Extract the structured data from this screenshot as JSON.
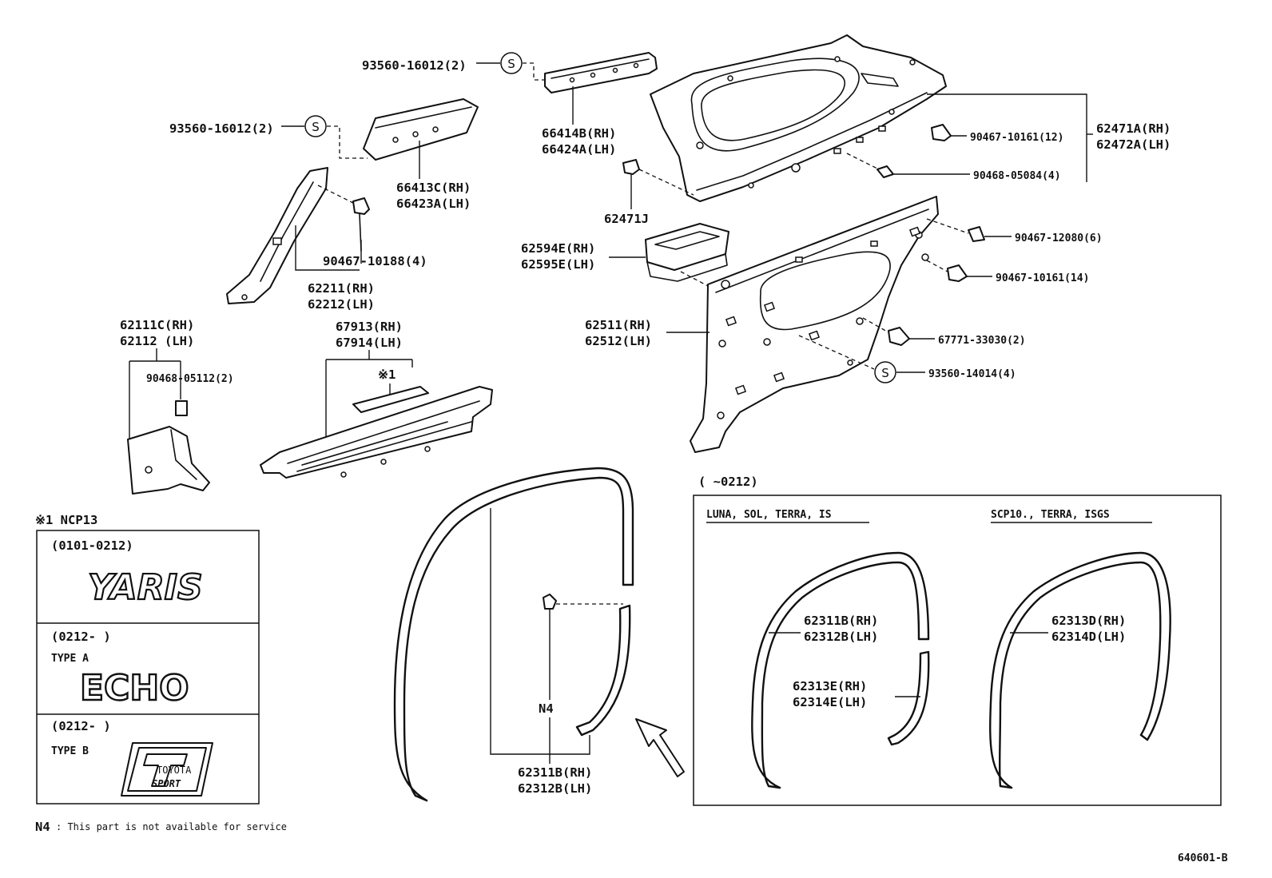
{
  "labels": {
    "p93560_16012_a": "93560-16012(2)",
    "p93560_16012_b": "93560-16012(2)",
    "p66414B": "66414B(RH)",
    "p66424A": "66424A(LH)",
    "p66413C": "66413C(RH)",
    "p66423A": "66423A(LH)",
    "p90467_10188": "90467-10188(4)",
    "p62211": "62211(RH)",
    "p62212": "62212(LH)",
    "p62111C": "62111C(RH)",
    "p62112": "62112  (LH)",
    "p90468_05112": "90468-05112(2)",
    "p67913": "67913(RH)",
    "p67914": "67914(LH)",
    "mark1": "※1",
    "p62471J": "62471J",
    "p90467_10161_12": "90467-10161(12)",
    "p90468_05084": "90468-05084(4)",
    "p62471A": "62471A(RH)",
    "p62472A": "62472A(LH)",
    "p62594E": "62594E(RH)",
    "p62595E": "62595E(LH)",
    "p90467_12080": "90467-12080(6)",
    "p90467_10161_14": "90467-10161(14)",
    "p62511": "62511(RH)",
    "p62512": "62512(LH)",
    "p67771_33030": "67771-33030(2)",
    "p93560_14014": "93560-14014(4)",
    "n4": "N4",
    "p62311B_main": "62311B(RH)",
    "p62312B_main": "62312B(LH)",
    "p62311B_inset": "62311B(RH)",
    "p62312B_inset": "62312B(LH)",
    "p62313E": "62313E(RH)",
    "p62314E": "62314E(LH)",
    "p62313D": "62313D(RH)",
    "p62314D": "62314D(LH)",
    "s_symbol": "S"
  },
  "inset": {
    "range": "(      ~0212)",
    "left_heading": "LUNA, SOL, TERRA, IS",
    "right_heading": "SCP10., TERRA, ISGS"
  },
  "legend": {
    "title": "※1 NCP13",
    "period1": "(0101-0212)",
    "brand1": "YARIS",
    "period2": "(0212-       )",
    "type_a": "TYPE A",
    "brand2": "ECHO",
    "period3": "(0212-       )",
    "type_b": "TYPE B",
    "badge_small": "TOYOTA",
    "badge_sport": "SPORT"
  },
  "footnote": {
    "code": "N4",
    "text": ": This part is not available for service"
  },
  "diagram_id": "640601-B"
}
